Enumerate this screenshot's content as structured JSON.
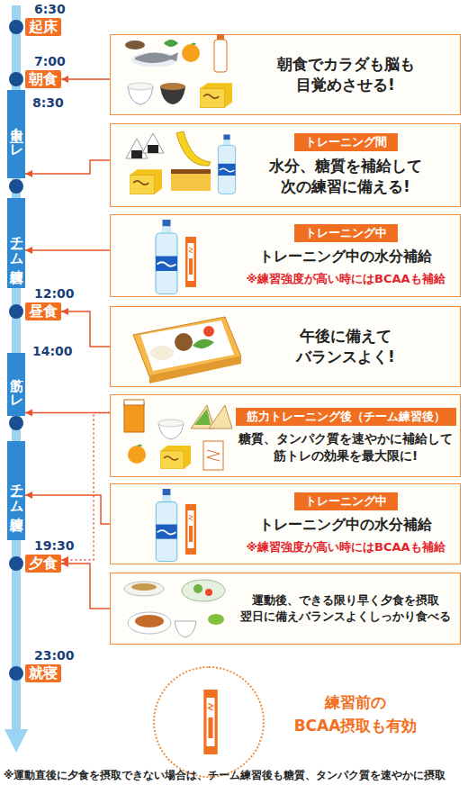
{
  "diagram": {
    "nodes": [
      {
        "text": [
          "6:30",
          "起床"
        ]
      },
      {
        "text": [
          "7:00",
          "朝食"
        ]
      },
      {
        "text": [
          "8:30",
          "自主トレ"
        ]
      },
      {
        "text": [
          "チーム練習"
        ]
      },
      {
        "text": [
          "12:00",
          "昼食"
        ]
      },
      {
        "text": [
          "14:00",
          "筋トレ"
        ]
      },
      {
        "text": [
          "チーム練習"
        ]
      },
      {
        "text": [
          "19:30",
          "夕食"
        ]
      },
      {
        "text": [
          "23:00",
          "就寝"
        ]
      },
      {
        "text": [
          "朝食でカラダも脳も 目覚めさせる!"
        ]
      },
      {
        "text": [
          "トレーニング間",
          "水分、糖質を補給して 次の練習に備える!"
        ]
      },
      {
        "text": [
          "トレーニング中",
          "トレーニング中の水分補給",
          "※練習強度が高い時にはBCAAも補給"
        ]
      },
      {
        "text": [
          "午後に備えて バランスよく!"
        ]
      },
      {
        "text": [
          "筋力トレーニング後（チーム練習後）",
          "糖質、タンパク質を速やかに補給して 筋トレの効果を最大限に!"
        ]
      },
      {
        "text": [
          "トレーニング中",
          "トレーニング中の水分補給",
          "※練習強度が高い時にはBCAAも補給"
        ]
      },
      {
        "text": [
          "運動後、できる限り早く夕食を摂取 翌日に備えバランスよくしっかり食べる"
        ]
      },
      {
        "text": [
          "練習前の BCAA摂取も有効"
        ]
      }
    ],
    "edges": [
      {
        "from": 9,
        "to": 1,
        "arrow": "to"
      },
      {
        "from": 10,
        "to": 2,
        "arrow": "to"
      },
      {
        "from": 11,
        "to": 3,
        "arrow": "to"
      },
      {
        "from": 12,
        "to": 4,
        "arrow": "to"
      },
      {
        "from": 13,
        "to": 5,
        "arrow": "to"
      },
      {
        "from": 14,
        "to": 6,
        "arrow": "to"
      },
      {
        "from": 15,
        "to": 7,
        "arrow": "to"
      },
      {
        "from": 13,
        "to": 7,
        "arrow": "to"
      }
    ],
    "labels": [
      "※運動直後に夕食を摂取できない場合は、チーム練習後も糖質、タンパク質を速やかに摂取"
    ]
  }
}
